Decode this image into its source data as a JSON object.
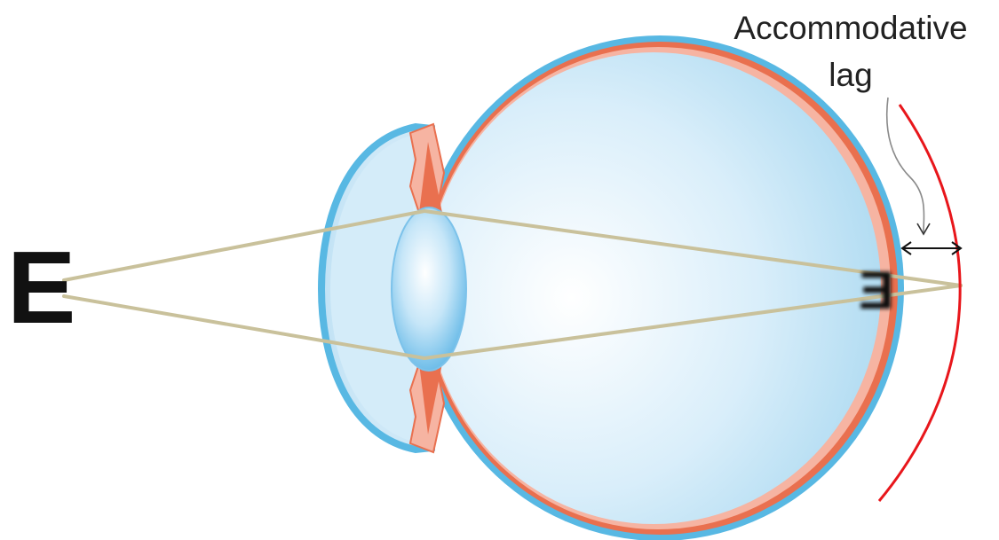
{
  "diagram": {
    "target_letter": "E",
    "retinal_image_letter": "E",
    "annotation_line1": "Accommodative",
    "annotation_line2": "lag"
  },
  "colors": {
    "eye_outer": "#58b8e3",
    "choroid": "#e9704f",
    "retina": "#f6b4a2",
    "vitreous_light": "#ffffff",
    "vitreous_dark": "#a9d8f0",
    "lens": "#8fcbee",
    "ray": "#c9c19b",
    "focus_arc": "#e8161b",
    "text": "#222222"
  }
}
